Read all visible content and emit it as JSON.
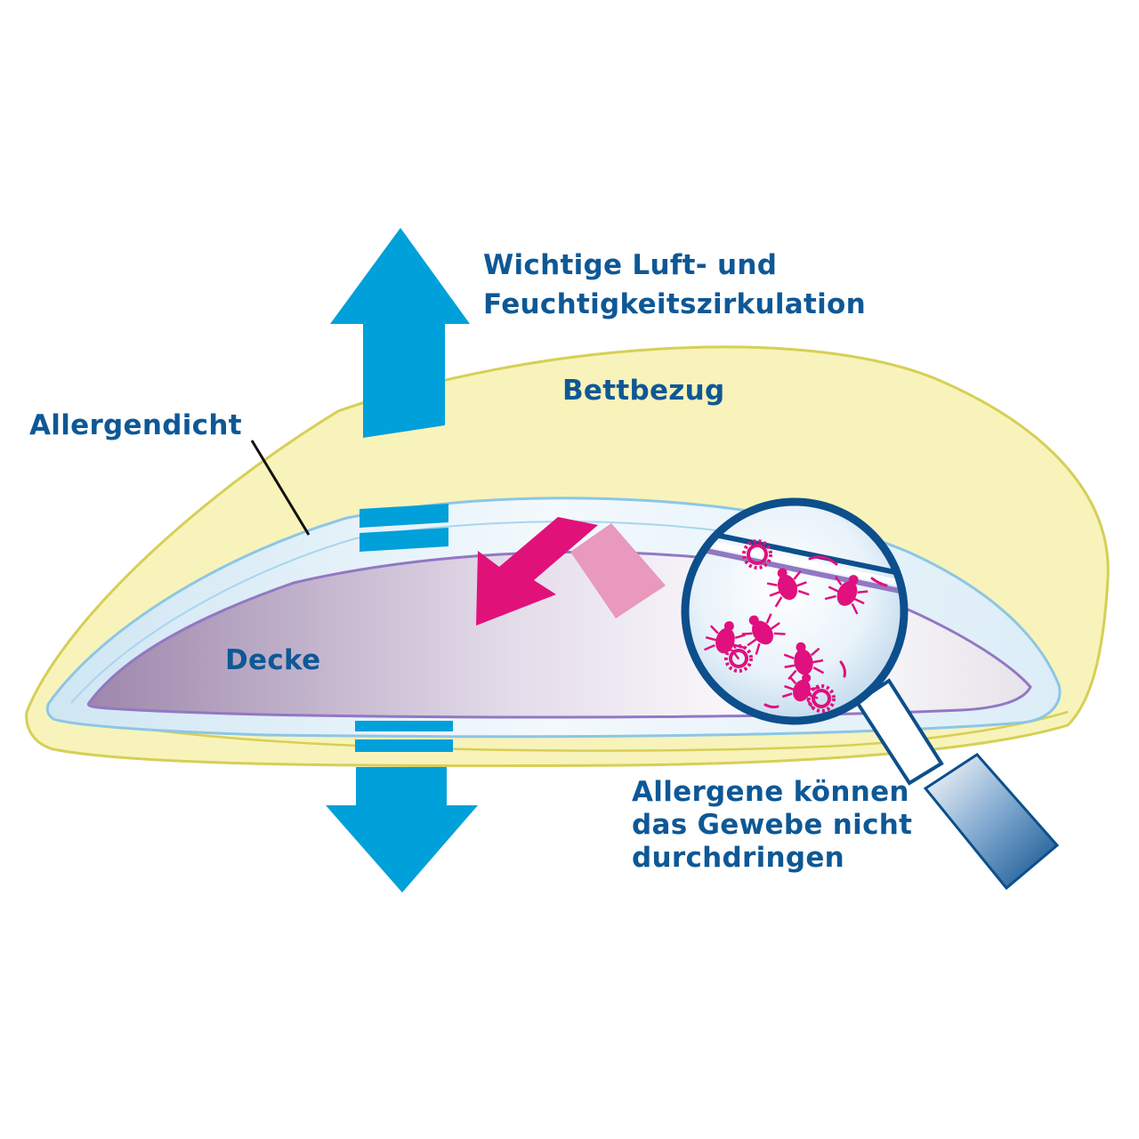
{
  "labels": {
    "air_circulation": [
      "Wichtige Luft- und",
      "Feuchtigkeitszirkulation"
    ],
    "bettbezug": "Bettbezug",
    "allergendicht": "Allergendicht",
    "decke": "Decke",
    "allergene": [
      "Allergene können",
      "das Gewebe nicht",
      "durchdringen"
    ]
  },
  "colors": {
    "text": "#0e5896",
    "cover_fill": "#f8f3ba",
    "cover_stroke": "#d6cf55",
    "barrier_stroke": "#8cc6e6",
    "duvet_fill": "#b8a3c2",
    "duvet_stroke": "#9377c4",
    "air_arrow": "#00a0da",
    "allergen_arrow": "#e1117a",
    "allergen_arrow_light": "#e899bd",
    "magnifier_ring": "#0c4f8c",
    "mite": "#e0107e"
  },
  "icons": {
    "air_arrows": "double-arrow-icon",
    "allergen_arrow": "bent-arrow-icon",
    "magnifier": "magnifier-icon",
    "mites": "mite-icon"
  }
}
